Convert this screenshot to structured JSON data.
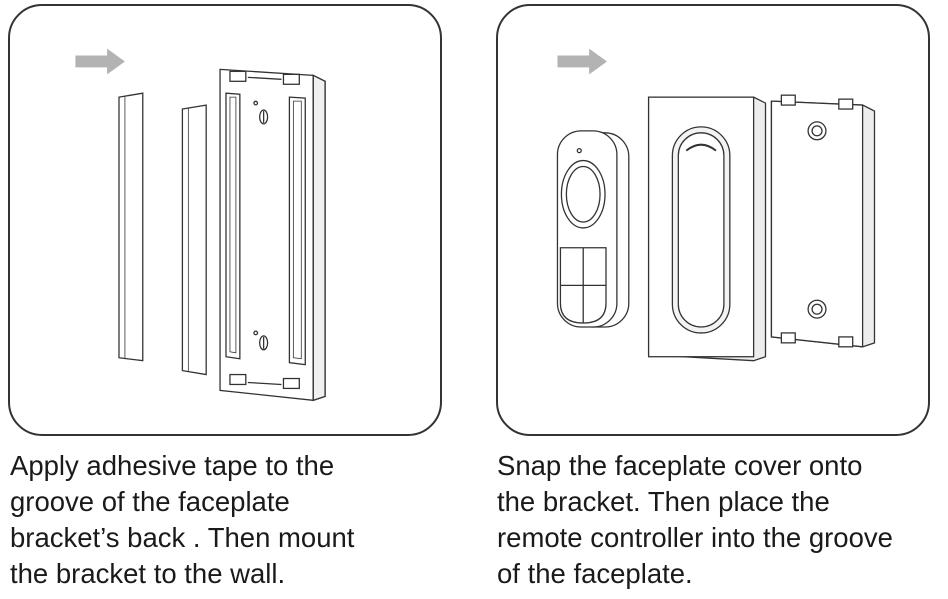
{
  "steps": [
    {
      "caption_lines": [
        "Apply adhesive tape to the",
        "groove of  the faceplate",
        "bracket’s back . Then mount",
        "the bracket to the wall."
      ]
    },
    {
      "caption_lines": [
        "Snap the faceplate cover onto",
        "the bracket. Then place the",
        "remote controller into the groove",
        "of the faceplate."
      ]
    }
  ],
  "colors": {
    "outline": "#333333",
    "arrow": "#b3b3b3",
    "fill": "#ffffff"
  }
}
